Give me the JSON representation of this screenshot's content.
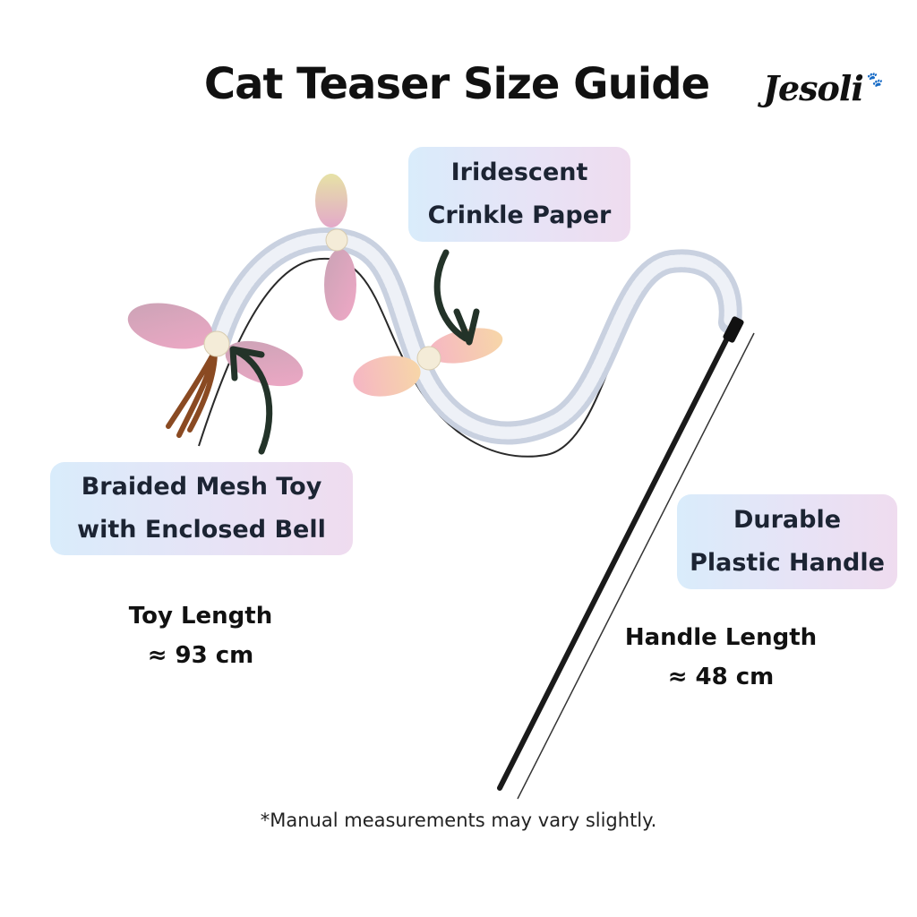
{
  "title": "Cat Teaser Size Guide",
  "brand": "Jesoli",
  "callouts": {
    "crinkle": [
      "Iridescent",
      "Crinkle Paper"
    ],
    "mesh": [
      "Braided Mesh Toy",
      "with Enclosed Bell"
    ],
    "handle": [
      "Durable",
      "Plastic Handle"
    ]
  },
  "measurements": {
    "toy": {
      "label": "Toy Length",
      "value": "≈ 93 cm"
    },
    "handle": {
      "label": "Handle Length",
      "value": "≈ 48 cm"
    }
  },
  "footnote": "*Manual measurements may vary slightly.",
  "colors": {
    "arrow": "#233329",
    "mesh": "#dfe5f0",
    "handle": "#1a1a1a",
    "wing_pink": "#e8a8c4"
  },
  "icons": [
    "paw-icon",
    "curved-arrow-icon"
  ]
}
